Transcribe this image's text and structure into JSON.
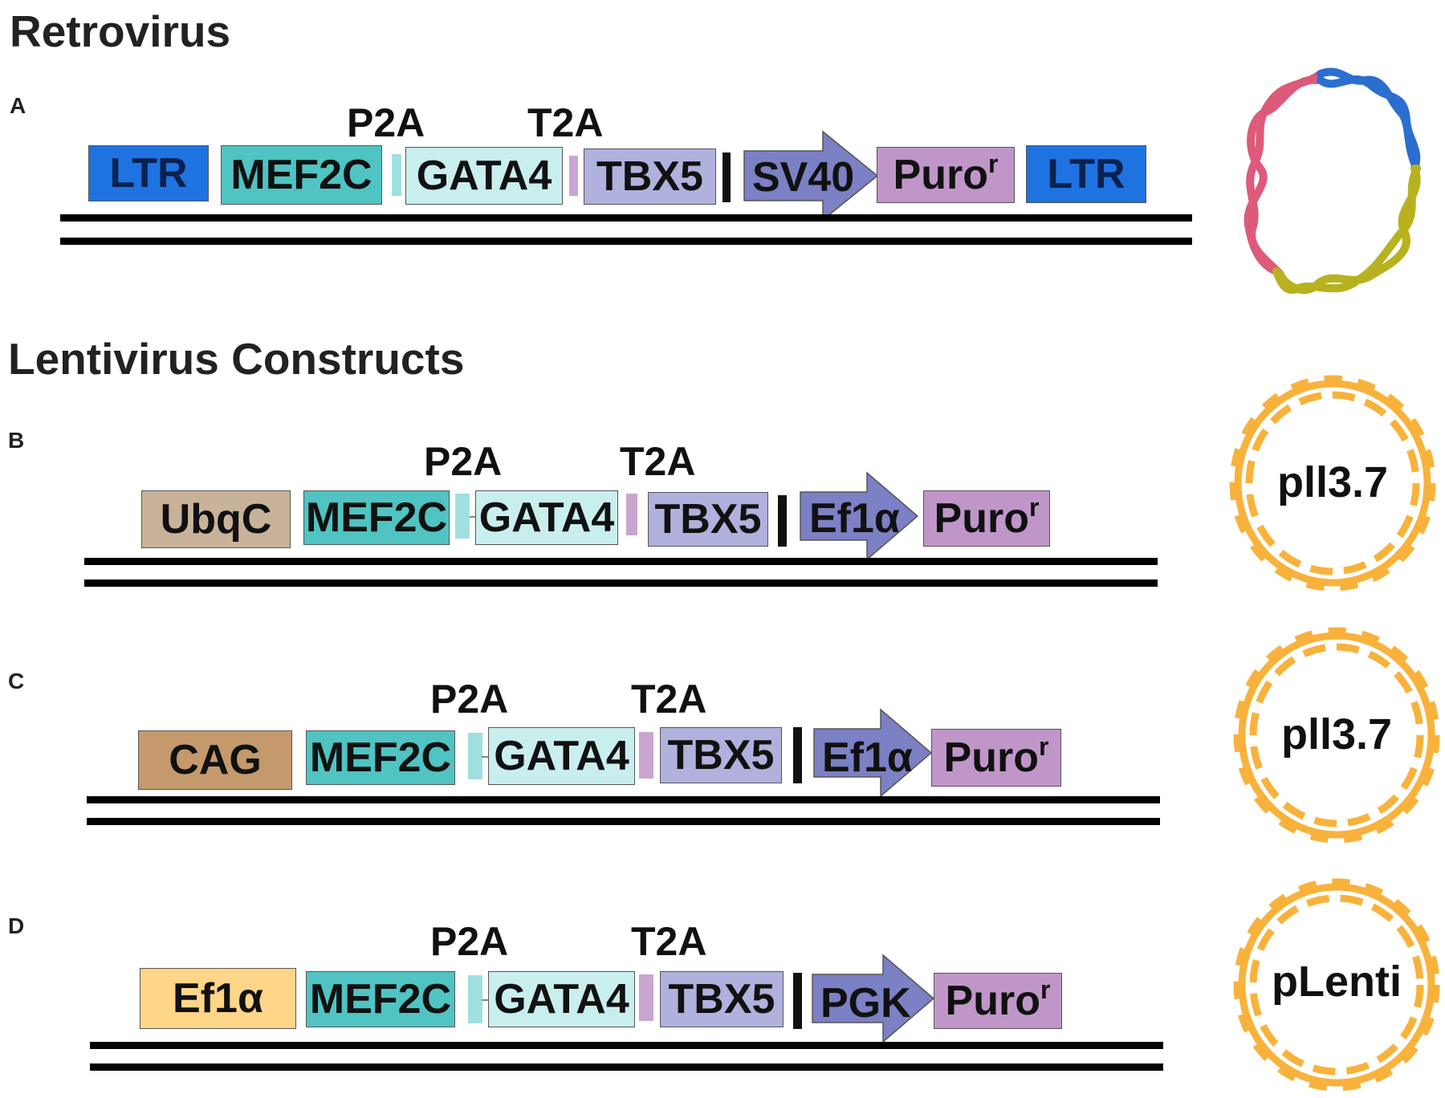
{
  "sections": {
    "retrovirus_title": "Retrovirus",
    "lentivirus_title": "Lentivirus Constructs"
  },
  "panels": {
    "A": {
      "letter": "A",
      "p2a": "P2A",
      "t2a": "T2A",
      "ltr_left": "LTR",
      "mef2c": "MEF2C",
      "gata4": "GATA4",
      "tbx5": "TBX5",
      "promoter2": "SV40",
      "puro": "Puro",
      "puro_sup": "r",
      "ltr_right": "LTR"
    },
    "B": {
      "letter": "B",
      "p2a": "P2A",
      "t2a": "T2A",
      "promoter1": "UbqC",
      "mef2c": "MEF2C",
      "gata4": "GATA4",
      "tbx5": "TBX5",
      "promoter2": "Ef1α",
      "puro": "Puro",
      "puro_sup": "r",
      "plasmid": "pll3.7"
    },
    "C": {
      "letter": "C",
      "p2a": "P2A",
      "t2a": "T2A",
      "promoter1": "CAG",
      "mef2c": "MEF2C",
      "gata4": "GATA4",
      "tbx5": "TBX5",
      "promoter2": "Ef1α",
      "puro": "Puro",
      "puro_sup": "r",
      "plasmid": "pll3.7"
    },
    "D": {
      "letter": "D",
      "p2a": "P2A",
      "t2a": "T2A",
      "promoter1": "Ef1α",
      "mef2c": "MEF2C",
      "gata4": "GATA4",
      "tbx5": "TBX5",
      "promoter2": "PGK",
      "puro": "Puro",
      "puro_sup": "r",
      "plasmid": "pLenti"
    }
  },
  "colors": {
    "ltr": "#1f73e0",
    "mef2c": "#4fc4c2",
    "gata4": "#c9eeee",
    "tbx5": "#b0b1dd",
    "promoter_arrow": "#7c80c4",
    "puro": "#c096c9",
    "p2a_linker": "#9fdfe0",
    "t2a_linker": "#c8a6cf",
    "ubqc": "#c8b29a",
    "cag": "#c49a6c",
    "ef1a_box": "#ffd688",
    "plasmid_orange": "#f8b23c",
    "plasmid_pink": "#dd5a7a",
    "plasmid_blue": "#2a6fd0",
    "plasmid_olive": "#b7b21e"
  }
}
